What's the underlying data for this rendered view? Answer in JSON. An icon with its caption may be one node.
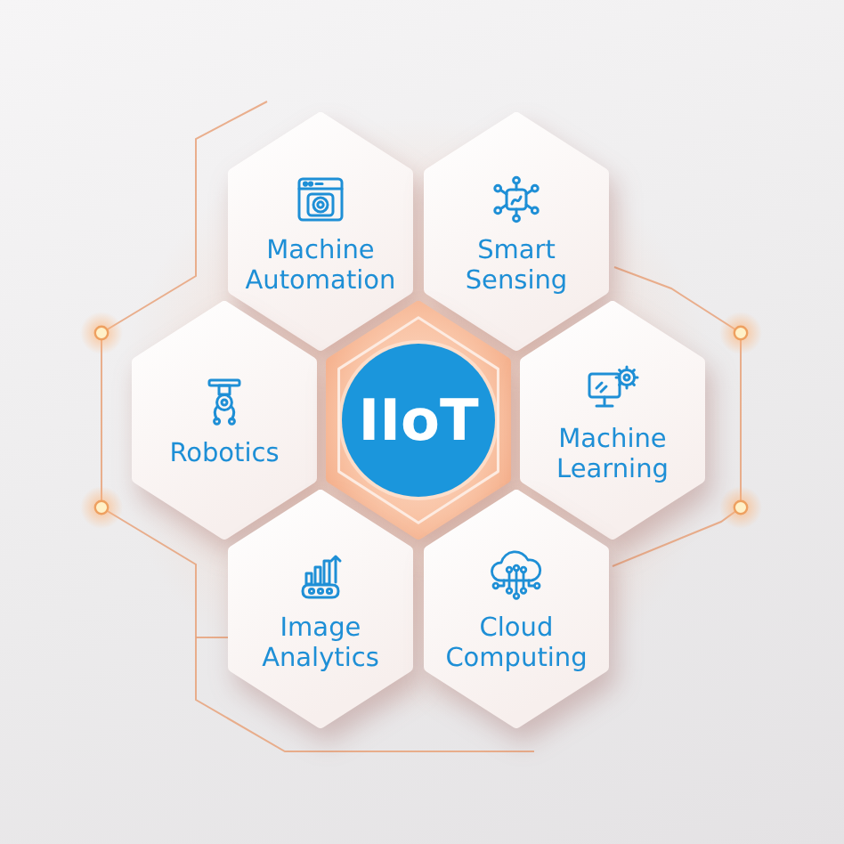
{
  "diagram": {
    "nodes": [
      {
        "text": [
          "Machine Automation"
        ]
      },
      {
        "text": [
          "Smart Sensing"
        ]
      },
      {
        "text": [
          "Robotics"
        ]
      },
      {
        "text": [
          "IIoT"
        ]
      },
      {
        "text": [
          "Machine Learning"
        ]
      },
      {
        "text": [
          "Image Analytics"
        ]
      },
      {
        "text": [
          "Cloud Computing"
        ]
      }
    ]
  }
}
